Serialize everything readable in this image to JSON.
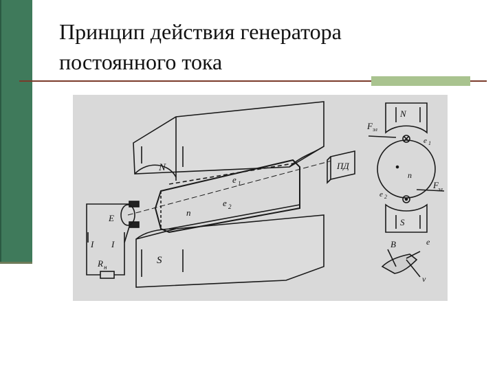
{
  "slide": {
    "title_line1": "Принцип действия генератора",
    "title_line2": "постоянного тока"
  },
  "figure": {
    "labels": {
      "N_main": "N",
      "S_main": "S",
      "N_side": "N",
      "S_side": "S",
      "PD": "ПД",
      "e1": "e",
      "e1_sub": "1",
      "e2": "e",
      "e2_sub": "2",
      "n_rotor": "n",
      "n_side": "n",
      "E": "E",
      "I_left": "I",
      "I_right": "I",
      "Rn": "R",
      "Rn_sub": "н",
      "Fem_top": "F",
      "Fem_top_sub": "эл",
      "Fem_bottom": "F",
      "Fem_bottom_sub": "эл",
      "e1_side": "e",
      "e1_side_sub": "1",
      "e2_side": "e",
      "e2_side_sub": "2",
      "B": "B",
      "e_vec": "e",
      "v_vec": "v"
    },
    "colors": {
      "background": "#d9d9d9",
      "ink": "#1a1a1a"
    }
  },
  "theme": {
    "sidebar": "#3f7a5b",
    "rule": "#7a3a2a",
    "rule_block": "#a9c38f"
  }
}
